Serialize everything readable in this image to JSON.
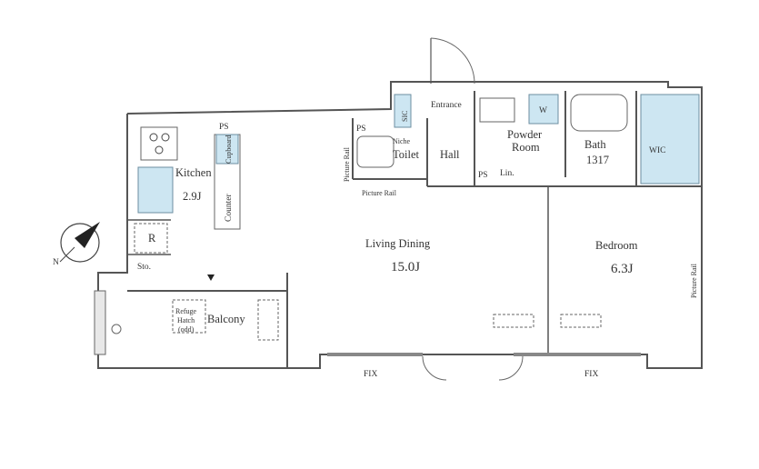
{
  "plan": {
    "compass_letter": "N",
    "rooms": {
      "entrance": "Entrance",
      "sic": "SIC",
      "w": "W",
      "powder_room_line1": "Powder",
      "powder_room_line2": "Room",
      "bath": "Bath",
      "bath_size": "1317",
      "wic": "WIC",
      "ps_kitchen": "PS",
      "ps_toilet": "PS",
      "ps_powder": "PS",
      "niche": "Niche",
      "toilet": "Toilet",
      "hall": "Hall",
      "lin": "Lin.",
      "kitchen": "Kitchen",
      "kitchen_size": "2.9J",
      "cupboard": "Cupboard",
      "counter": "Counter",
      "refrigerator": "R",
      "storage": "Sto.",
      "living_dining": "Living Dining",
      "living_dining_size": "15.0J",
      "bedroom": "Bedroom",
      "bedroom_size": "6.3J",
      "picture_rail_toilet": "Picture Rail",
      "picture_rail_bottom": "Picture Rail",
      "picture_rail_bedroom": "Picture Rail",
      "refuge_line1": "Refuge",
      "refuge_line2": "Hatch",
      "refuge_line3": "(odd)",
      "balcony": "Balcony",
      "fix_left": "FIX",
      "fix_right": "FIX"
    }
  }
}
